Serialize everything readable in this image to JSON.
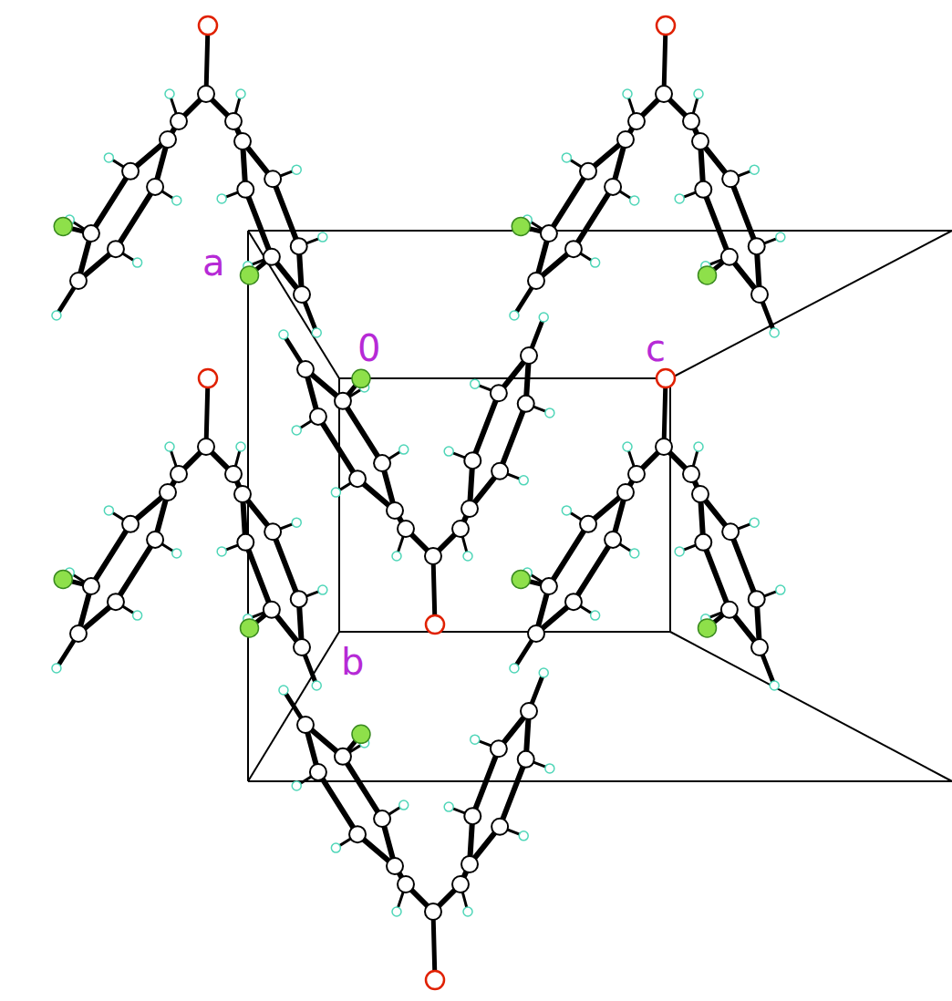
{
  "diagram": {
    "labels": [
      "a",
      "0",
      "b",
      "c"
    ]
  }
}
